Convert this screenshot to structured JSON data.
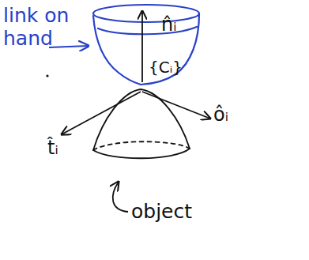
{
  "diagram": {
    "labels": [
      "link on hand",
      "n̂ᵢ",
      "{Cᵢ}",
      "t̂ᵢ",
      "ôᵢ",
      "object"
    ]
  }
}
